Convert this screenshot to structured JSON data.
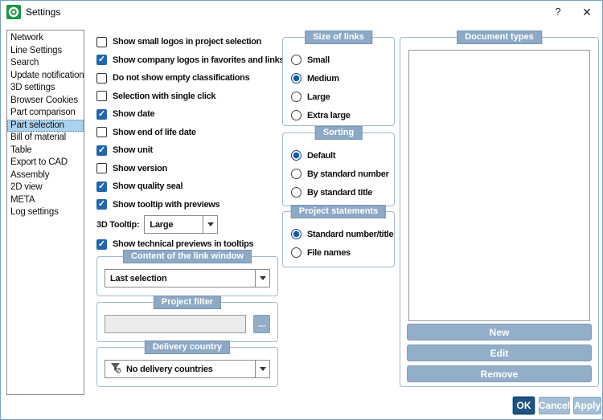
{
  "window": {
    "title": "Settings",
    "help_label": "?",
    "close_label": "✕"
  },
  "sidebar": {
    "items": [
      {
        "label": "Network",
        "selected": false
      },
      {
        "label": "Line Settings",
        "selected": false
      },
      {
        "label": "Search",
        "selected": false
      },
      {
        "label": "Update notification",
        "selected": false
      },
      {
        "label": "3D settings",
        "selected": false
      },
      {
        "label": "Browser Cookies",
        "selected": false
      },
      {
        "label": "Part comparison",
        "selected": false
      },
      {
        "label": "Part selection",
        "selected": true
      },
      {
        "label": "Bill of material",
        "selected": false
      },
      {
        "label": "Table",
        "selected": false
      },
      {
        "label": "Export to CAD",
        "selected": false
      },
      {
        "label": "Assembly",
        "selected": false
      },
      {
        "label": "2D view",
        "selected": false
      },
      {
        "label": "META",
        "selected": false
      },
      {
        "label": "Log settings",
        "selected": false
      }
    ]
  },
  "checkboxes": [
    {
      "label": "Show small logos in project selection",
      "checked": false
    },
    {
      "label": "Show company logos in favorites and links",
      "checked": true
    },
    {
      "label": "Do not show empty classifications",
      "checked": false
    },
    {
      "label": "Selection with single click",
      "checked": false
    },
    {
      "label": "Show date",
      "checked": true
    },
    {
      "label": "Show end of life date",
      "checked": false
    },
    {
      "label": "Show unit",
      "checked": true
    },
    {
      "label": "Show version",
      "checked": false
    },
    {
      "label": "Show quality seal",
      "checked": true
    },
    {
      "label": "Show tooltip with previews",
      "checked": true
    },
    {
      "label": "Show technical previews in tooltips",
      "checked": true
    }
  ],
  "tooltip_3d": {
    "label": "3D Tooltip:",
    "value": "Large"
  },
  "link_window": {
    "title": "Content of the link window",
    "value": "Last selection"
  },
  "project_filter": {
    "title": "Project filter",
    "value": "",
    "browse_label": "..."
  },
  "delivery_country": {
    "title": "Delivery country",
    "value": "No delivery countries"
  },
  "size_of_links": {
    "title": "Size of links",
    "options": [
      {
        "label": "Small",
        "selected": false
      },
      {
        "label": "Medium",
        "selected": true
      },
      {
        "label": "Large",
        "selected": false
      },
      {
        "label": "Extra large",
        "selected": false
      }
    ]
  },
  "sorting": {
    "title": "Sorting",
    "options": [
      {
        "label": "Default",
        "selected": true
      },
      {
        "label": "By standard number",
        "selected": false
      },
      {
        "label": "By standard title",
        "selected": false
      }
    ]
  },
  "project_statements": {
    "title": "Project statements",
    "options": [
      {
        "label": "Standard number/title",
        "selected": true
      },
      {
        "label": "File names",
        "selected": false
      }
    ]
  },
  "document_types": {
    "title": "Document types",
    "items": [],
    "new_label": "New",
    "edit_label": "Edit",
    "remove_label": "Remove"
  },
  "footer": {
    "ok": "OK",
    "cancel": "Cancel",
    "apply": "Apply"
  },
  "colors": {
    "accent_blue": "#2166ac",
    "steel_button": "#92aec9",
    "ok_button": "#1f5380",
    "selection_bg": "#abd3f0",
    "group_border": "#a0b8d0",
    "badge_bg": "#8ca9c6",
    "app_icon_green": "#1d9643"
  }
}
